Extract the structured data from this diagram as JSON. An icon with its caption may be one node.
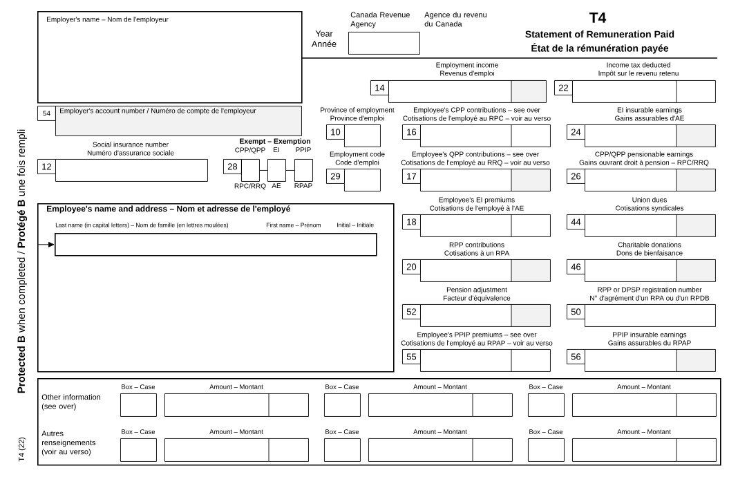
{
  "diagram": {
    "nodes": [
      {
        "text": [
          "Employer's name – Nom de l'employeur"
        ]
      },
      {
        "text": [
          "Year Année"
        ]
      },
      {
        "text": [
          "54",
          "Employer's account number / Numéro de compte de l'employeur"
        ]
      },
      {
        "text": [
          "Social insurance number",
          "Numéro d'assurance sociale",
          "12"
        ]
      },
      {
        "text": [
          "28"
        ]
      },
      {
        "text": [
          "CPP/QPP",
          "RPC/RRQ"
        ]
      },
      {
        "text": [
          "EI",
          "AE"
        ]
      },
      {
        "text": [
          "PPIP",
          "RPAP"
        ]
      },
      {
        "text": [
          "Employment income",
          "Revenus d'emploi",
          "14"
        ]
      },
      {
        "text": [
          "Income tax deducted",
          "Impôt sur le revenu retenu",
          "22"
        ]
      },
      {
        "text": [
          "Province of employment",
          "Province d'emploi",
          "10"
        ]
      },
      {
        "text": [
          "Employee's CPP contributions – see over",
          "Cotisations de l'employé au RPC – voir au verso",
          "16"
        ]
      },
      {
        "text": [
          "EI insurable earnings",
          "Gains assurables d'AE",
          "24"
        ]
      },
      {
        "text": [
          "Employment code",
          "Code d'emploi",
          "29"
        ]
      },
      {
        "text": [
          "Employee's QPP contributions – see over",
          "Cotisations de l'employé au RRQ – voir au verso",
          "17"
        ]
      },
      {
        "text": [
          "CPP/QPP pensionable earnings",
          "Gains ouvrant droit à pension – RPC/RRQ",
          "26"
        ]
      },
      {
        "text": [
          "Employee's name and address – Nom et adresse de l'employé"
        ]
      },
      {
        "text": [
          "Last name (in capital letters) – Nom de famille (en lettres moulées)",
          "First name – Prénom",
          "Initial – Initiale"
        ],
        "in": 16
      },
      {
        "text": [
          "Employee's EI premiums",
          "Cotisations de l'employé à l'AE",
          "18"
        ]
      },
      {
        "text": [
          "Union dues",
          "Cotisations syndicales",
          "44"
        ]
      },
      {
        "text": [
          "RPP contributions",
          "Cotisations à un RPA",
          "20"
        ]
      },
      {
        "text": [
          "Charitable donations",
          "Dons de bienfaisance",
          "46"
        ]
      },
      {
        "text": [
          "Pension adjustment",
          "Facteur d'équivalence",
          "52"
        ]
      },
      {
        "text": [
          "RPP or DPSP registration number",
          "N° d'agrément d'un RPA ou d'un RPDB",
          "50"
        ]
      },
      {
        "text": [
          "Employee's PPIP premiums – see over",
          "Cotisations de l'employé au RPAP – voir au verso",
          "55"
        ]
      },
      {
        "text": [
          "PPIP insurable earnings",
          "Gains assurables du RPAP",
          "56"
        ]
      },
      {
        "text": [
          "Other information (see over)",
          "Autres renseignements (voir au verso)"
        ]
      },
      {
        "text": [
          "Box – Case"
        ],
        "in": 26
      },
      {
        "text": [
          "Amount – Montant"
        ],
        "in": 26
      },
      {
        "text": [
          "Box – Case"
        ],
        "in": 26
      },
      {
        "text": [
          "Amount – Montant"
        ],
        "in": 26
      },
      {
        "text": [
          "Box – Case"
        ],
        "in": 26
      },
      {
        "text": [
          "Amount – Montant"
        ],
        "in": 26
      },
      {
        "text": [
          "Box – Case"
        ],
        "in": 26
      },
      {
        "text": [
          "Amount – Montant"
        ],
        "in": 26
      },
      {
        "text": [
          "Box – Case"
        ],
        "in": 26
      },
      {
        "text": [
          "Amount – Montant"
        ],
        "in": 26
      },
      {
        "text": [
          "Box – Case"
        ],
        "in": 26
      },
      {
        "text": [
          "Amount – Montant"
        ],
        "in": 26
      }
    ],
    "edges": [
      {
        "from": 5,
        "to": 6,
        "arrow": "none"
      },
      {
        "from": 6,
        "to": 7,
        "arrow": "none"
      },
      {
        "from": null,
        "to": 17,
        "arrow": "to"
      }
    ],
    "labels": [
      "Canada Revenue Agency",
      "Agence du revenu du Canada",
      "T4",
      "Statement of Remuneration Paid",
      "État de la rémunération payée",
      "Exempt – Exemption",
      "**Protected B** when completed / **Protégé B** une fois rempli",
      "T4 (22)"
    ]
  }
}
